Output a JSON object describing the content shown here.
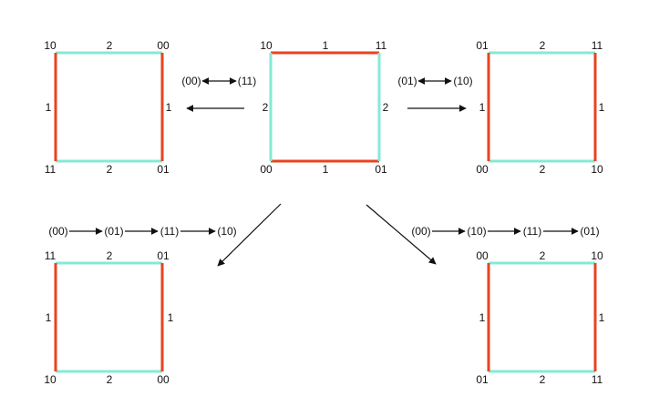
{
  "colors": {
    "red": "#e8431f",
    "cyan": "#86e8d6",
    "ink": "#111111"
  },
  "squares": [
    {
      "id": "top-left",
      "corners": {
        "tl": "10",
        "tr": "00",
        "bl": "11",
        "br": "01"
      },
      "edges": {
        "top": "2",
        "bottom": "2",
        "left": "1",
        "right": "1"
      },
      "edge_colors": {
        "top": "cyan",
        "bottom": "cyan",
        "left": "red",
        "right": "red"
      }
    },
    {
      "id": "top-center",
      "corners": {
        "tl": "10",
        "tr": "11",
        "bl": "00",
        "br": "01"
      },
      "edges": {
        "top": "1",
        "bottom": "1",
        "left": "2",
        "right": "2"
      },
      "edge_colors": {
        "top": "red",
        "bottom": "red",
        "left": "cyan",
        "right": "cyan"
      }
    },
    {
      "id": "top-right",
      "corners": {
        "tl": "01",
        "tr": "11",
        "bl": "00",
        "br": "10"
      },
      "edges": {
        "top": "2",
        "bottom": "2",
        "left": "1",
        "right": "1"
      },
      "edge_colors": {
        "top": "cyan",
        "bottom": "cyan",
        "left": "red",
        "right": "red"
      }
    },
    {
      "id": "bottom-left",
      "corners": {
        "tl": "11",
        "tr": "01",
        "bl": "10",
        "br": "00"
      },
      "edges": {
        "top": "2",
        "bottom": "2",
        "left": "1",
        "right": "1"
      },
      "edge_colors": {
        "top": "cyan",
        "bottom": "cyan",
        "left": "red",
        "right": "red"
      }
    },
    {
      "id": "bottom-right",
      "corners": {
        "tl": "00",
        "tr": "10",
        "bl": "01",
        "br": "11"
      },
      "edges": {
        "top": "2",
        "bottom": "2",
        "left": "1",
        "right": "1"
      },
      "edge_colors": {
        "top": "cyan",
        "bottom": "cyan",
        "left": "red",
        "right": "red"
      }
    }
  ],
  "swaps": {
    "left": {
      "a": "(00)",
      "b": "(11)"
    },
    "right": {
      "a": "(01)",
      "b": "(10)"
    }
  },
  "cycles": {
    "left": [
      "(00)",
      "(01)",
      "(11)",
      "(10)"
    ],
    "right": [
      "(00)",
      "(10)",
      "(11)",
      "(01)"
    ]
  }
}
